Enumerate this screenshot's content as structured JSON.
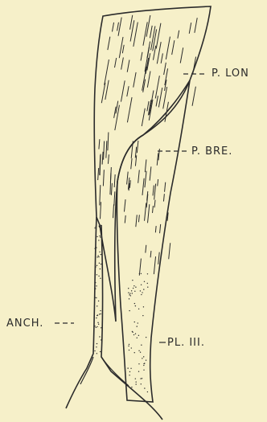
{
  "figure": {
    "background": "#f6f0c9",
    "ink": "#2b2b2b",
    "labels": {
      "p_lon": "P. LON",
      "p_bre": "P. BRE.",
      "anch": "ANCH.",
      "pl_iii": "PL. III."
    }
  }
}
